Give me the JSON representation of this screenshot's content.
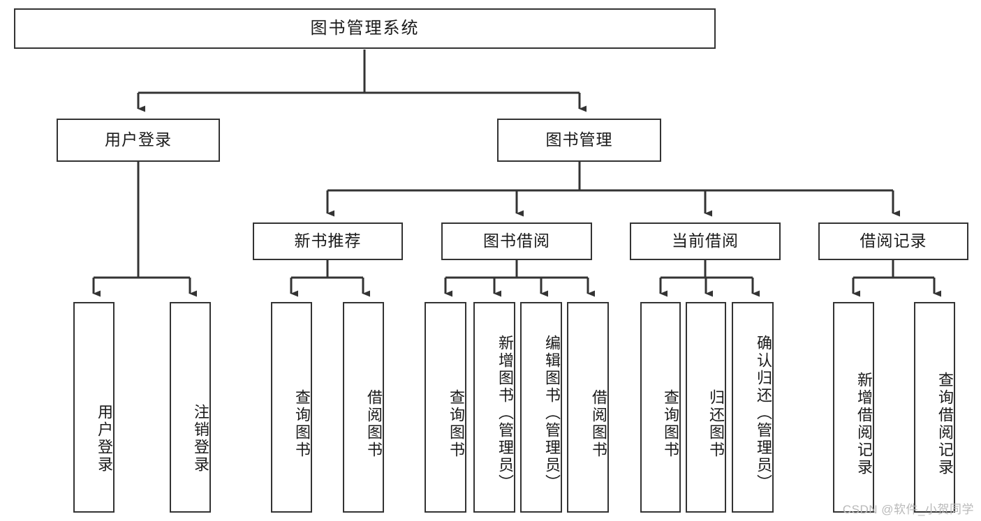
{
  "diagram": {
    "title_node": {
      "label": "图书管理系统"
    },
    "level2": [
      {
        "id": "user-login",
        "label": "用户登录"
      },
      {
        "id": "book-manage",
        "label": "图书管理"
      }
    ],
    "level3": [
      {
        "id": "new-book-recommend",
        "label": "新书推荐"
      },
      {
        "id": "book-borrow",
        "label": "图书借阅"
      },
      {
        "id": "current-borrow",
        "label": "当前借阅"
      },
      {
        "id": "borrow-record",
        "label": "借阅记录"
      }
    ],
    "leaves": [
      {
        "id": "leaf-user-login",
        "label": "用户登录",
        "parent": "user-login"
      },
      {
        "id": "leaf-logout-login",
        "label": "注销登录",
        "parent": "user-login"
      },
      {
        "id": "leaf-query-book-1",
        "label": "查询图书",
        "parent": "new-book-recommend"
      },
      {
        "id": "leaf-borrow-book-1",
        "label": "借阅图书",
        "parent": "new-book-recommend"
      },
      {
        "id": "leaf-query-book-2",
        "label": "查询图书",
        "parent": "book-borrow"
      },
      {
        "id": "leaf-add-book",
        "label": "新增图书（管理员）",
        "parent": "book-borrow"
      },
      {
        "id": "leaf-edit-book",
        "label": "编辑图书（管理员）",
        "parent": "book-borrow"
      },
      {
        "id": "leaf-borrow-book-2",
        "label": "借阅图书",
        "parent": "book-borrow"
      },
      {
        "id": "leaf-query-book-3",
        "label": "查询图书",
        "parent": "current-borrow"
      },
      {
        "id": "leaf-return-book",
        "label": "归还图书",
        "parent": "current-borrow"
      },
      {
        "id": "leaf-confirm-return",
        "label": "确认归还（管理员）",
        "parent": "current-borrow"
      },
      {
        "id": "leaf-add-record",
        "label": "新增借阅记录",
        "parent": "borrow-record"
      },
      {
        "id": "leaf-query-record",
        "label": "查询借阅记录",
        "parent": "borrow-record"
      }
    ],
    "colors": {
      "border": "#333333",
      "text": "#1a1a1a",
      "background": "#ffffff",
      "watermark": "#b9b9b9"
    }
  },
  "watermark": {
    "text": "CSDN @软件_小贺同学"
  }
}
